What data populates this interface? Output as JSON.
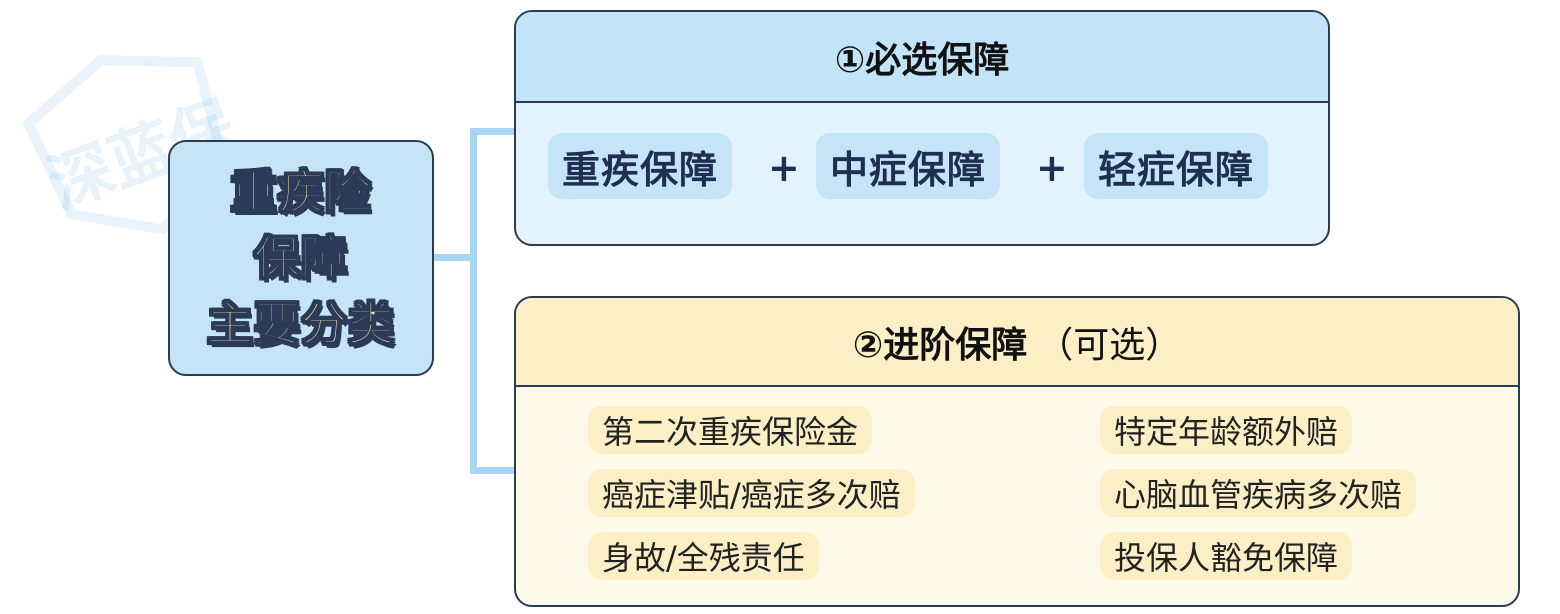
{
  "root": {
    "lines": [
      "重疾险",
      "保障",
      "主要分类"
    ]
  },
  "required": {
    "title": "①必选保障",
    "items": [
      "重疾保障",
      "中症保障",
      "轻症保障"
    ],
    "plus": "+"
  },
  "advanced": {
    "title": "②进阶保障",
    "title_suffix": "（可选）",
    "left_items": [
      "第二次重疾保险金",
      "癌症津贴/癌症多次赔",
      "身故/全残责任"
    ],
    "right_items": [
      "特定年龄额外赔",
      "心脑血管疾病多次赔",
      "投保人豁免保障"
    ]
  },
  "watermark": {
    "text": "深蓝保"
  },
  "colors": {
    "connector": "#a8d6f2",
    "required_header": "#c2e3f8",
    "required_body": "#e3f3fd",
    "advanced_header": "#fcefc6",
    "advanced_body": "#fefaea",
    "border": "#2b3a57",
    "root_text": "#f7e4a3"
  }
}
